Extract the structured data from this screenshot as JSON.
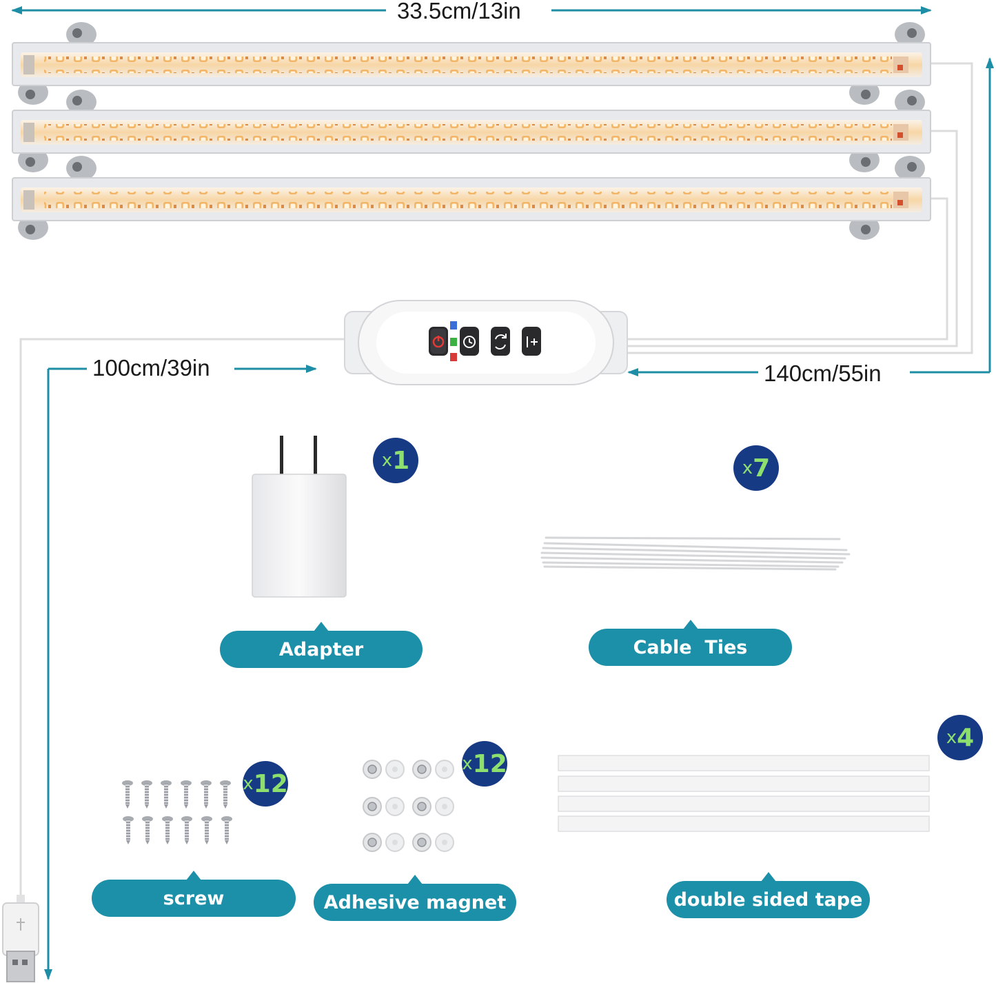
{
  "dimensions": {
    "bar_length": "33.5cm/13in",
    "usb_cable": "100cm/39in",
    "controller_cable": "140cm/55in"
  },
  "items": [
    {
      "label": "Adapter",
      "quantity_prefix": "x",
      "quantity_value": "1"
    },
    {
      "label": "Cable  Ties",
      "quantity_prefix": "x",
      "quantity_value": "7"
    },
    {
      "label": "screw",
      "quantity_prefix": "x",
      "quantity_value": "12"
    },
    {
      "label": "Adhesive magnet",
      "quantity_prefix": "x",
      "quantity_value": "12"
    },
    {
      "label": "double sided tape",
      "quantity_prefix": "x",
      "quantity_value": "4"
    }
  ],
  "controller_buttons": [
    "power-icon",
    "timer-icon",
    "mode-cycle-icon",
    "brightness-plus-icon"
  ],
  "colors": {
    "accent": "#1b90a8",
    "arrow": "#1e8ea6",
    "badge_bg": "#173a85",
    "badge_text": "#8ee06e",
    "led_glow": "#f6c98a"
  }
}
